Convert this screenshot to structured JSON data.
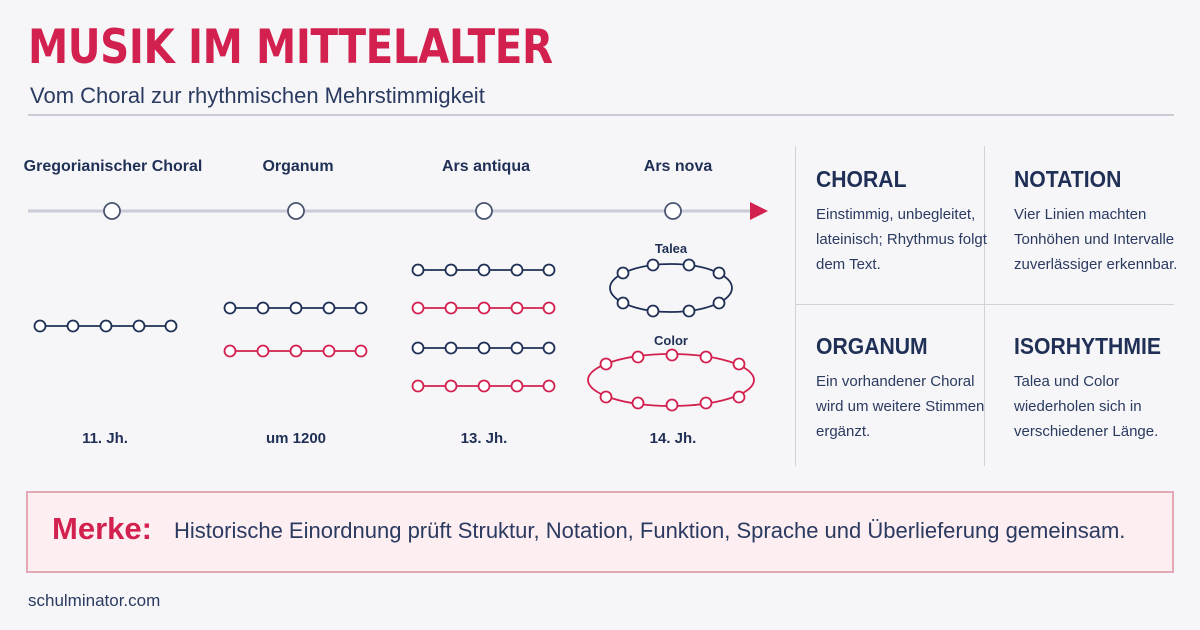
{
  "header": {
    "title": "MUSIK IM MITTELALTER",
    "subtitle": "Vom Choral zur rhythmischen Mehrstimmigkeit"
  },
  "timeline": {
    "eras": [
      {
        "label": "Gregorianischer Choral",
        "date": "11. Jh."
      },
      {
        "label": "Organum",
        "date": "um 1200"
      },
      {
        "label": "Ars antiqua",
        "date": "13. Jh."
      },
      {
        "label": "Ars nova",
        "date": "14. Jh."
      }
    ],
    "talea_label": "Talea",
    "color_label": "Color"
  },
  "cards": [
    {
      "title": "CHORAL",
      "text": "Einstimmig, unbegleitet, lateinisch; Rhythmus folgt dem Text."
    },
    {
      "title": "NOTATION",
      "text": "Vier Linien machten Tonhöhen und Intervalle zuverlässiger erkennbar."
    },
    {
      "title": "ORGANUM",
      "text": "Ein vorhandener Choral wird um weitere Stimmen ergänzt."
    },
    {
      "title": "ISORHYTHMIE",
      "text": "Talea und Color wiederholen sich in verschiedener Länge."
    }
  ],
  "merke": {
    "label": "Merke:",
    "text": "Historische Einordnung prüft Struktur, Notation, Funktion, Sprache und Überlieferung gemeinsam."
  },
  "footer": {
    "site": "schulminator.com"
  },
  "colors": {
    "accent": "#d2204f",
    "navy": "#1f2f55",
    "line": "#c9ccd6",
    "merke_bg": "#fdeef1"
  }
}
